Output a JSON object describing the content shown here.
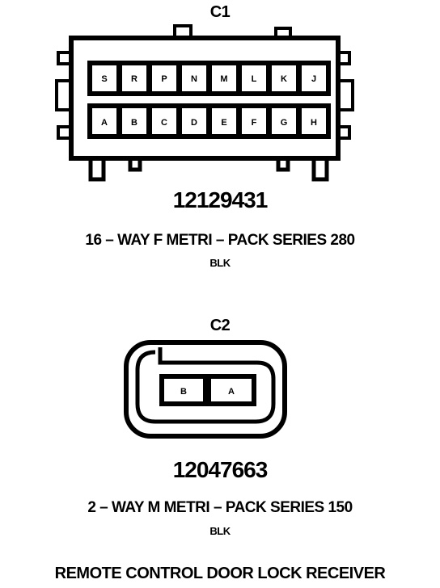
{
  "connector_c1": {
    "label": "C1",
    "part_number": "12129431",
    "description": "16 – WAY F METRI – PACK SERIES 280",
    "color": "BLK",
    "top_row": [
      "S",
      "R",
      "P",
      "N",
      "M",
      "L",
      "K",
      "J"
    ],
    "bottom_row": [
      "A",
      "B",
      "C",
      "D",
      "E",
      "F",
      "G",
      "H"
    ]
  },
  "connector_c2": {
    "label": "C2",
    "part_number": "12047663",
    "description": "2 – WAY M METRI – PACK SERIES 150",
    "color": "BLK",
    "pins": [
      "B",
      "A"
    ]
  },
  "footer": "REMOTE CONTROL DOOR LOCK RECEIVER"
}
